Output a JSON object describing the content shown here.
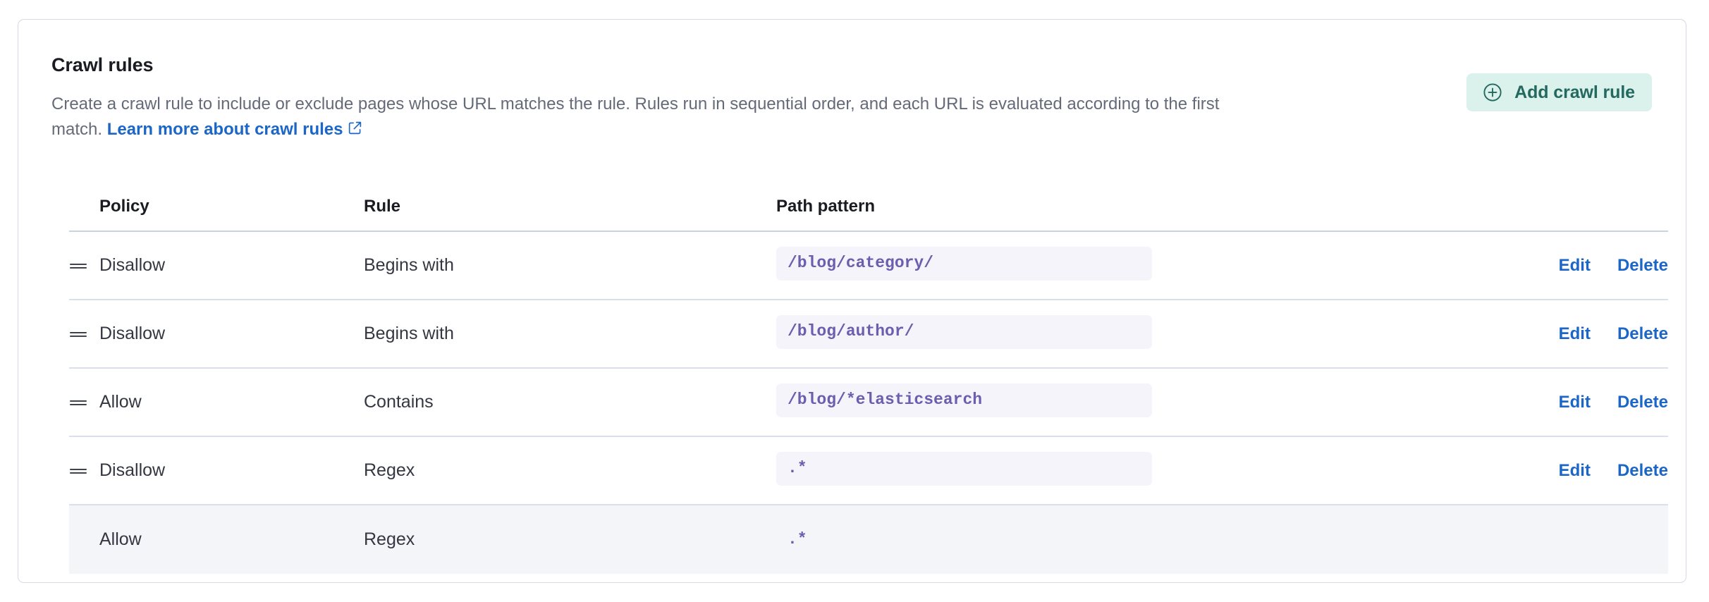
{
  "card": {
    "title": "Crawl rules",
    "description_part1": "Create a crawl rule to include or exclude pages whose URL matches the rule. Rules run in sequential order, and each URL is evaluated according to the first match. ",
    "learn_more_label": "Learn more about crawl rules",
    "external_link_icon": "external-link-icon"
  },
  "add_button": {
    "label": "Add crawl rule",
    "icon": "plus-circle-icon",
    "background_color": "#dbf1ec",
    "text_color": "#24695f"
  },
  "table": {
    "columns": [
      "Policy",
      "Rule",
      "Path pattern"
    ],
    "actions": {
      "edit_label": "Edit",
      "delete_label": "Delete",
      "link_color": "#1c66c7"
    },
    "drag_handle_icon": "drag-handle-icon",
    "rows": [
      {
        "policy": "Disallow",
        "rule": "Begins with",
        "path_pattern": "/blog/category/",
        "draggable": true,
        "has_actions": true,
        "highlighted": false
      },
      {
        "policy": "Disallow",
        "rule": "Begins with",
        "path_pattern": "/blog/author/",
        "draggable": true,
        "has_actions": true,
        "highlighted": false
      },
      {
        "policy": "Allow",
        "rule": "Contains",
        "path_pattern": "/blog/*elasticsearch",
        "draggable": true,
        "has_actions": true,
        "highlighted": false
      },
      {
        "policy": "Disallow",
        "rule": "Regex",
        "path_pattern": ".*",
        "draggable": true,
        "has_actions": true,
        "highlighted": false
      },
      {
        "policy": "Allow",
        "rule": "Regex",
        "path_pattern": ".*",
        "draggable": false,
        "has_actions": false,
        "highlighted": true
      }
    ]
  },
  "colors": {
    "card_border": "#d3dae6",
    "title": "#1a1c21",
    "description": "#646a77",
    "code_text": "#6b5eae",
    "code_bg": "#f4f4fa",
    "row_highlight_bg": "#f4f5f9"
  }
}
